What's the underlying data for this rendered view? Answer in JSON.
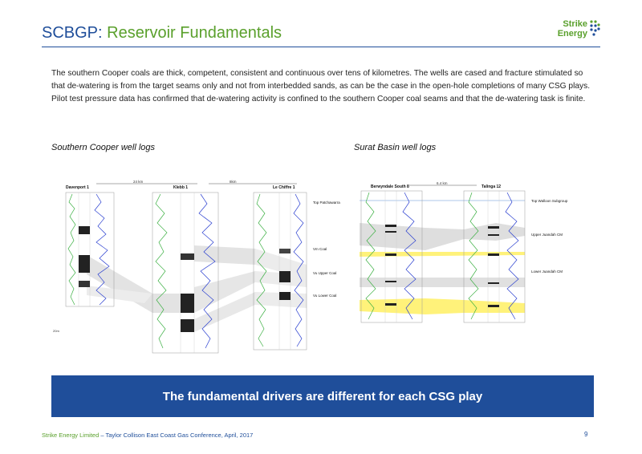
{
  "header": {
    "title_prefix": "SCBGP:",
    "title_main": " Reservoir Fundamentals",
    "logo_line1": "Strike",
    "logo_line2": "Energy"
  },
  "body": {
    "paragraph": "The southern Cooper coals are thick, competent, consistent and continuous over tens of kilometres. The wells are cased and fracture stimulated so that de-watering is from the target seams only and not from interbedded sands, as can be the case in the open-hole completions of many CSG plays. Pilot test pressure data has confirmed that de-watering activity is confined to the southern Cooper coal seams and that the de-watering task is finite."
  },
  "figures": {
    "left": {
      "caption": "Southern Cooper well logs",
      "wells": [
        "Davenport 1",
        "Klebb 1",
        "Le Chiffre 1"
      ],
      "spacings": [
        "24 km",
        "8km"
      ],
      "markers": [
        "Top Patchawarra",
        "Vm Coal",
        "Vu Upper Coal",
        "Vu Lower Coal"
      ],
      "scale": "20m"
    },
    "right": {
      "caption": "Surat Basin well logs",
      "wells": [
        "Berwyndale South 8",
        "Talinga 12"
      ],
      "spacings": [
        "6.4 km"
      ],
      "markers": [
        "Top Walloon Subgroup",
        "Upper Juandah CM",
        "Lower Juandah CM"
      ]
    }
  },
  "banner": {
    "text": "The fundamental drivers are different for each CSG play"
  },
  "footer": {
    "company": "Strike Energy Limited",
    "rest": " – Taylor Collison East Coast Gas Conference, April, 2017",
    "page": "9"
  },
  "colors": {
    "brand_blue": "#1f4e9a",
    "brand_green": "#5aa02c",
    "log_green": "#3cb043",
    "log_blue": "#2a3fd0",
    "highlight_yellow": "#fff27a"
  }
}
